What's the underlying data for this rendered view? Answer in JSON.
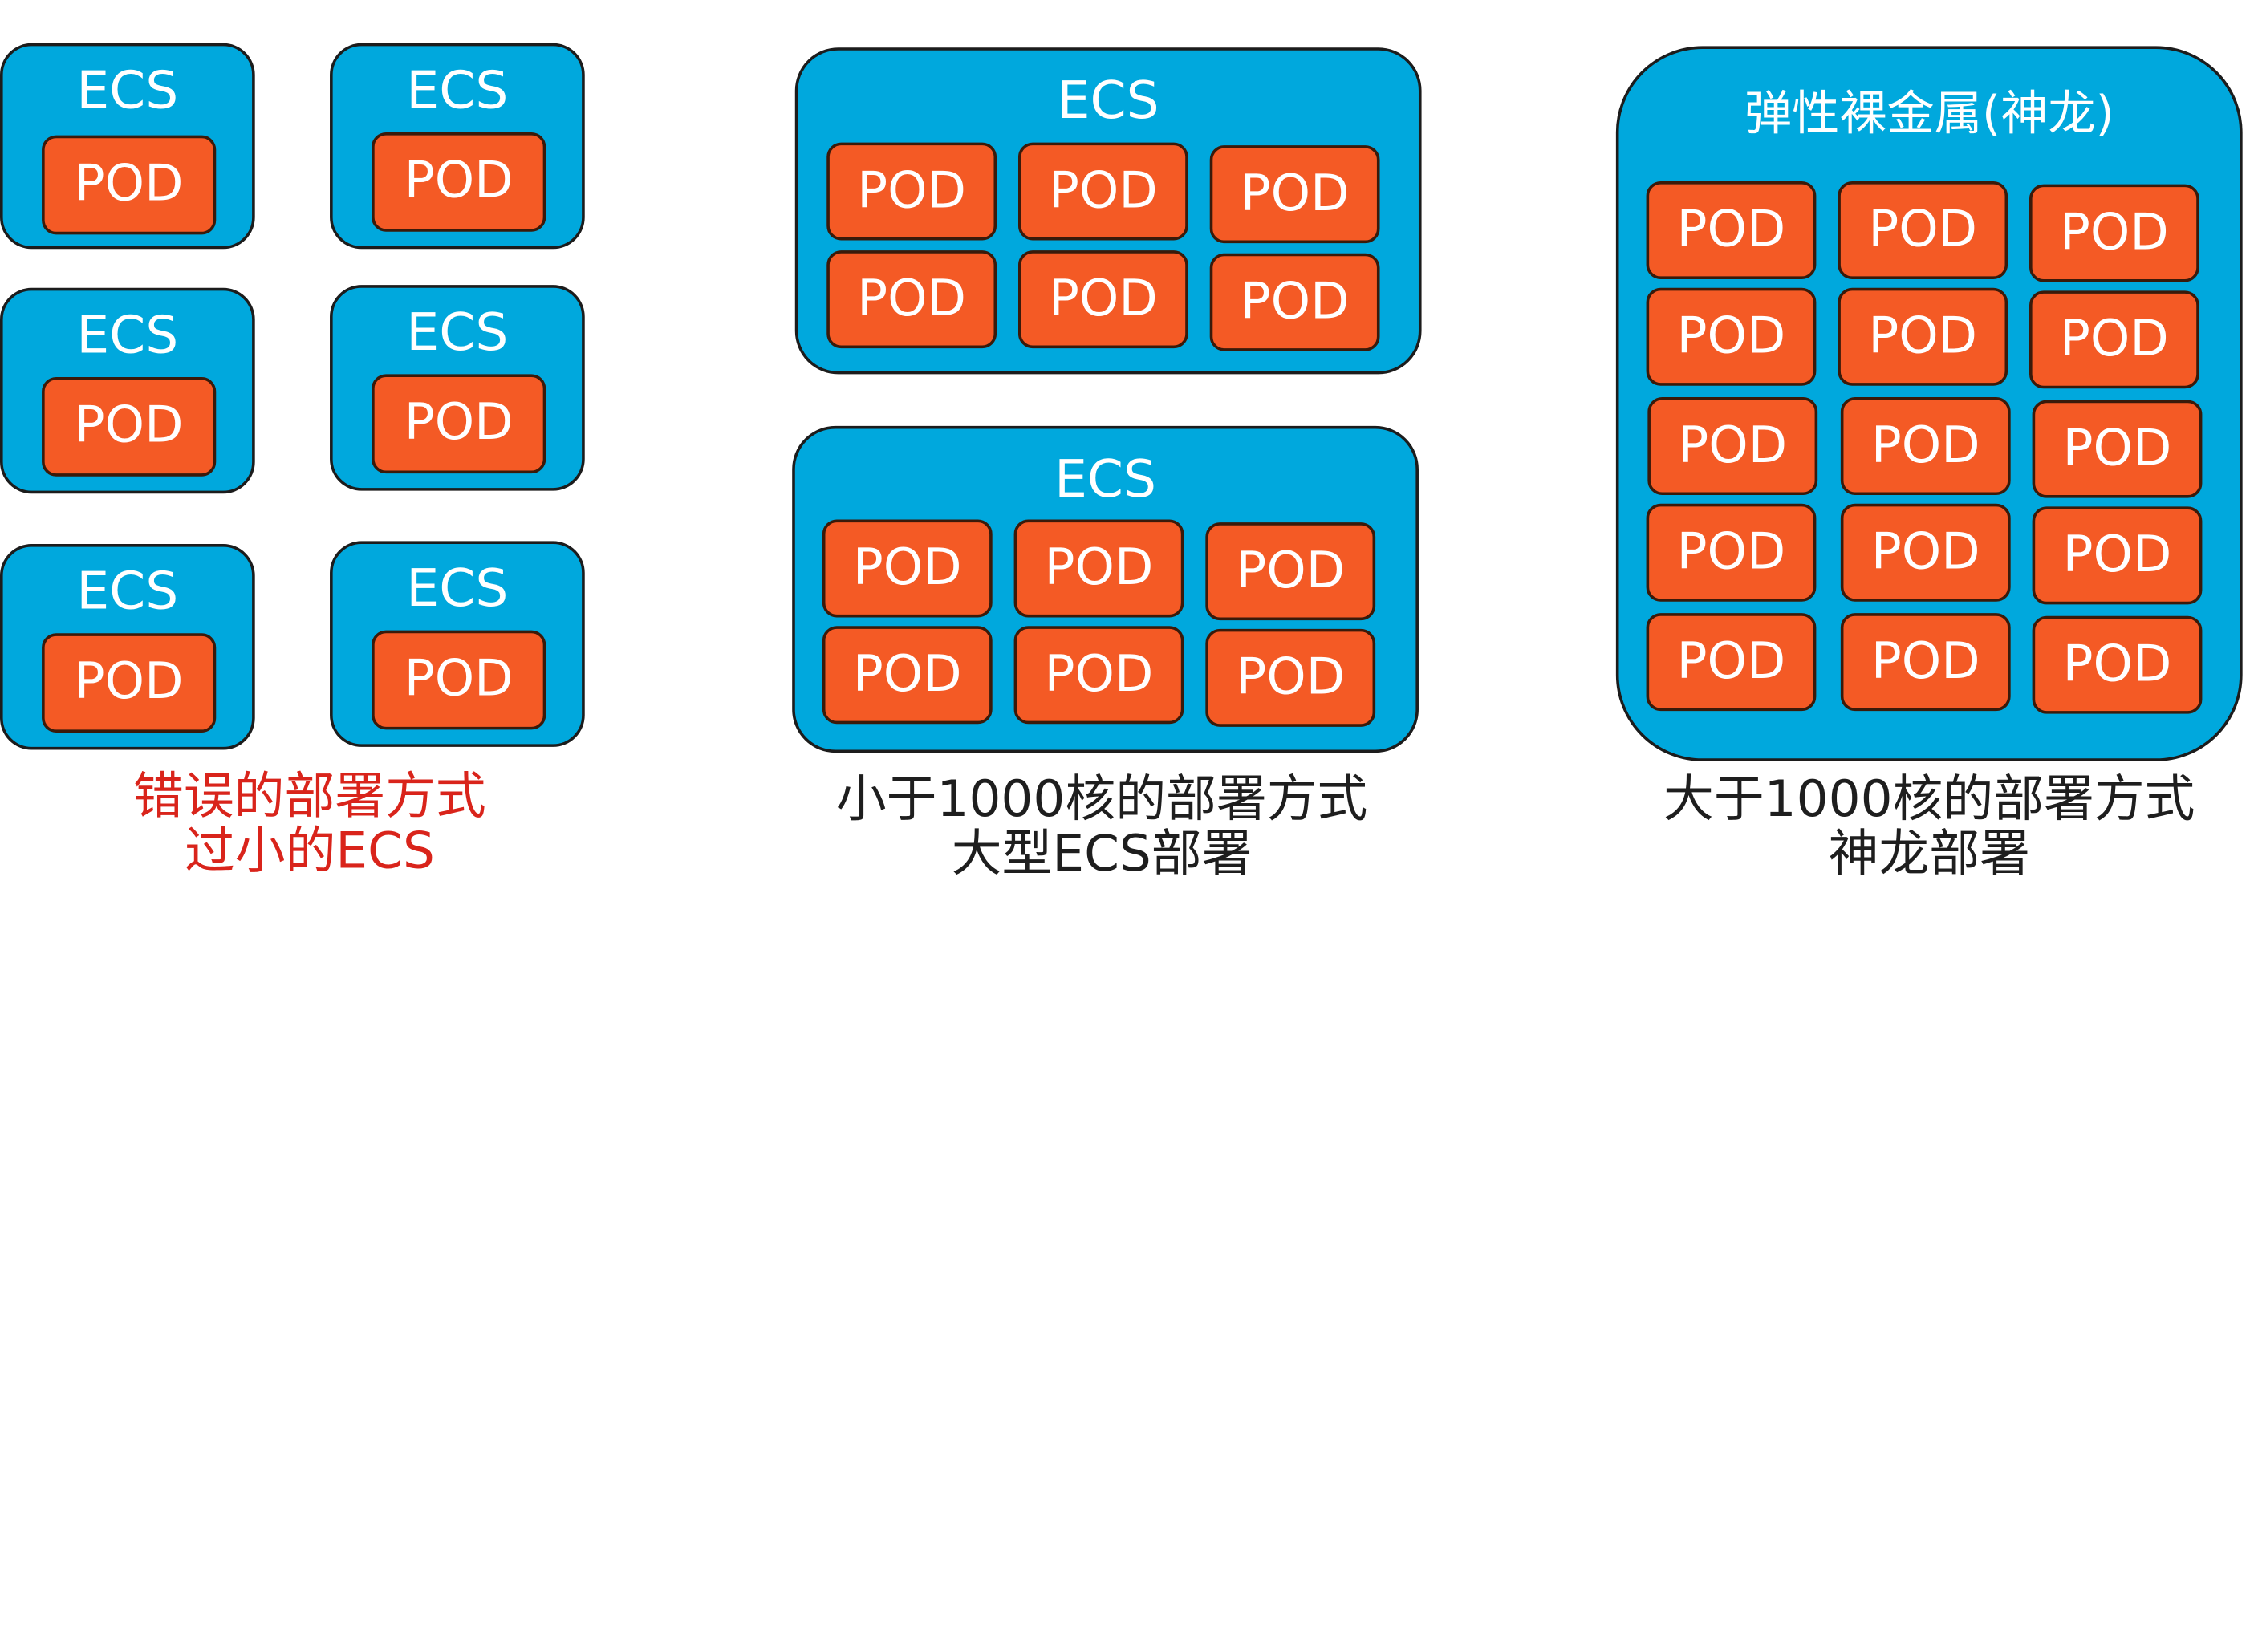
{
  "labels": {
    "ecs": "ECS",
    "pod": "POD",
    "bare_metal": "弹性裸金属(神龙)"
  },
  "colors": {
    "container_blue": "#00a8dd",
    "pod_orange": "#f45a25",
    "caption_red": "#d9241b",
    "caption_dark": "#1e1e1e"
  },
  "captions": {
    "left": {
      "line1": "错误的部署方式",
      "line2": "过小的ECS"
    },
    "middle": {
      "line1": "小于1000核的部署方式",
      "line2": "大型ECS部署"
    },
    "right": {
      "line1": "大于1000核的部署方式",
      "line2": "神龙部署"
    }
  }
}
